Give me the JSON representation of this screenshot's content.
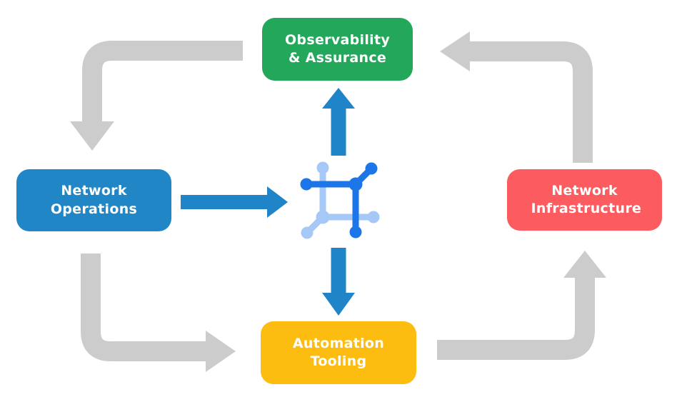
{
  "diagram": {
    "title": "network-automation-cycle",
    "nodes": {
      "observability": {
        "label": "Observability & Assurance",
        "color": "#23A85B"
      },
      "network_operations": {
        "label": "Network Operations",
        "color": "#2186C6"
      },
      "network_infrastructure": {
        "label": "Network Infrastructure",
        "color": "#FC5B5F"
      },
      "automation_tooling": {
        "label": "Automation Tooling",
        "color": "#FDBD10"
      }
    },
    "center_icon": {
      "name": "network-mesh-icon",
      "color_primary": "#1C76E8",
      "color_secondary": "#A6C8F7"
    },
    "colors": {
      "cycle_arrow": "#CCCCCC",
      "flow_arrow": "#2085C8",
      "background": "#FFFFFF"
    },
    "edges": {
      "cycle": [
        {
          "from": "observability",
          "to": "network_operations"
        },
        {
          "from": "network_operations",
          "to": "automation_tooling"
        },
        {
          "from": "automation_tooling",
          "to": "network_infrastructure"
        },
        {
          "from": "network_infrastructure",
          "to": "observability"
        }
      ],
      "flows": [
        {
          "from": "network_operations",
          "to": "center_icon"
        },
        {
          "from": "center_icon",
          "to": "observability"
        },
        {
          "from": "center_icon",
          "to": "automation_tooling"
        }
      ]
    }
  }
}
